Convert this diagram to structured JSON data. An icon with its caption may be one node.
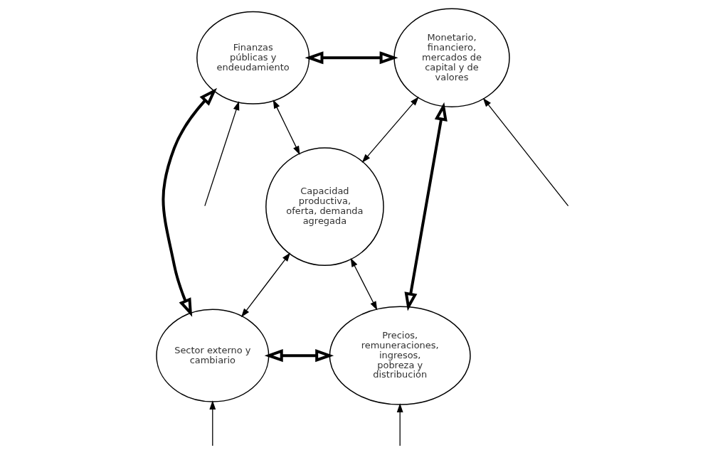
{
  "diagram": {
    "nodes": [
      {
        "text": [
          "Finanzas públicas y endeudamiento"
        ]
      },
      {
        "text": [
          "Monetario, financiero, mercados de capital y de valores"
        ]
      },
      {
        "text": [
          "Capacidad productiva, oferta, demanda agregada"
        ]
      },
      {
        "text": [
          "Sector externo y cambiario"
        ]
      },
      {
        "text": [
          "Precios, remuneraciones, ingresos, pobreza y distribución"
        ]
      }
    ],
    "edges": [
      {
        "from": 0,
        "to": 1,
        "arrow": "both",
        "style": "thick"
      },
      {
        "from": 0,
        "to": 2,
        "arrow": "both"
      },
      {
        "from": 1,
        "to": 2,
        "arrow": "both"
      },
      {
        "from": 0,
        "to": 3,
        "arrow": "both",
        "style": "thick"
      },
      {
        "from": 1,
        "to": 4,
        "arrow": "both",
        "style": "thick"
      },
      {
        "from": 3,
        "to": 2,
        "arrow": "both"
      },
      {
        "from": 4,
        "to": 2,
        "arrow": "both"
      },
      {
        "from": 3,
        "to": 4,
        "arrow": "both",
        "style": "thick"
      },
      {
        "from": null,
        "to": 0,
        "arrow": "to"
      },
      {
        "from": null,
        "to": 1,
        "arrow": "to"
      },
      {
        "from": null,
        "to": 3,
        "arrow": "to"
      },
      {
        "from": null,
        "to": 4,
        "arrow": "to"
      }
    ]
  }
}
